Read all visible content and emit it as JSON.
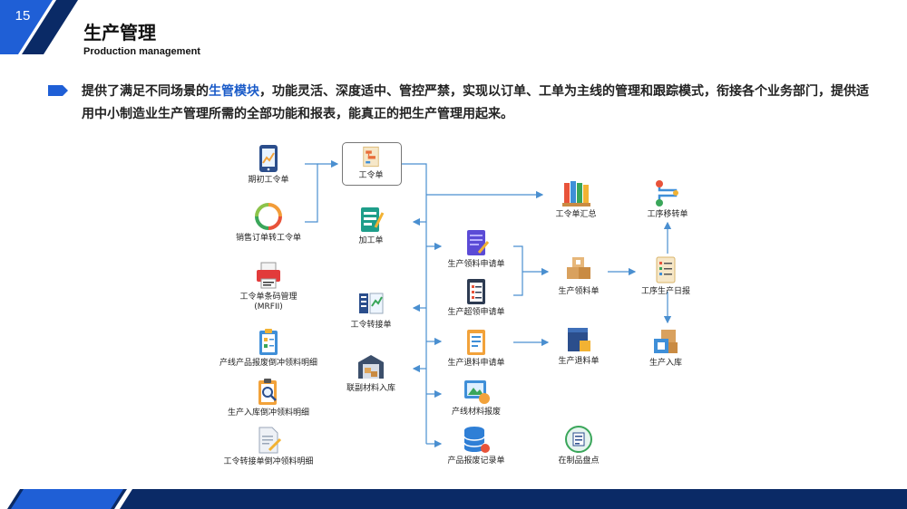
{
  "page_number": "15",
  "title": "生产管理",
  "subtitle": "Production management",
  "description": {
    "part1": "提供了满足不同场景的",
    "highlight": "生管模块",
    "part2": "，功能灵活、深度适中、管控严禁，实现以订单、工单为主线的管理和跟踪模式，衔接各个业务部门，提供适用中小制造业生产管理所需的全部功能和报表，能真正的把生产管理用起来。"
  },
  "nodes": {
    "qichu": "期初工令单",
    "xiaoshou": "销售订单转工令单",
    "tiaoma": "工令单条码管理",
    "tiaoma_sub": "(MRFII)",
    "chanxian_baofei": "产线产品报废倒冲领料明细",
    "ruku_daochong": "生产入库倒冲领料明细",
    "zhuanjie_daochong": "工令转接单倒冲领料明细",
    "gongling": "工令单",
    "jiagong": "加工单",
    "zhuanjie": "工令转接单",
    "lianfu": "联副材料入库",
    "huizong": "工令单汇总",
    "lingliao_shenqing": "生产领料申请单",
    "chaoling_shenqing": "生产超领申请单",
    "tuiliao_shenqing": "生产退料申请单",
    "cailiao_baofei": "产线材料报废",
    "baofei_jilu": "产品报废记录单",
    "lingliao": "生产领料单",
    "tuiliao": "生产退料单",
    "zaizhipin": "在制品盘点",
    "yizhuan": "工序移转单",
    "ribao": "工序生产日报",
    "ruku": "生产入库"
  },
  "colors": {
    "accent": "#1a5bc8",
    "navy": "#0a2a66",
    "blue": "#1f5fd6",
    "arrow": "#4a8fd0"
  }
}
